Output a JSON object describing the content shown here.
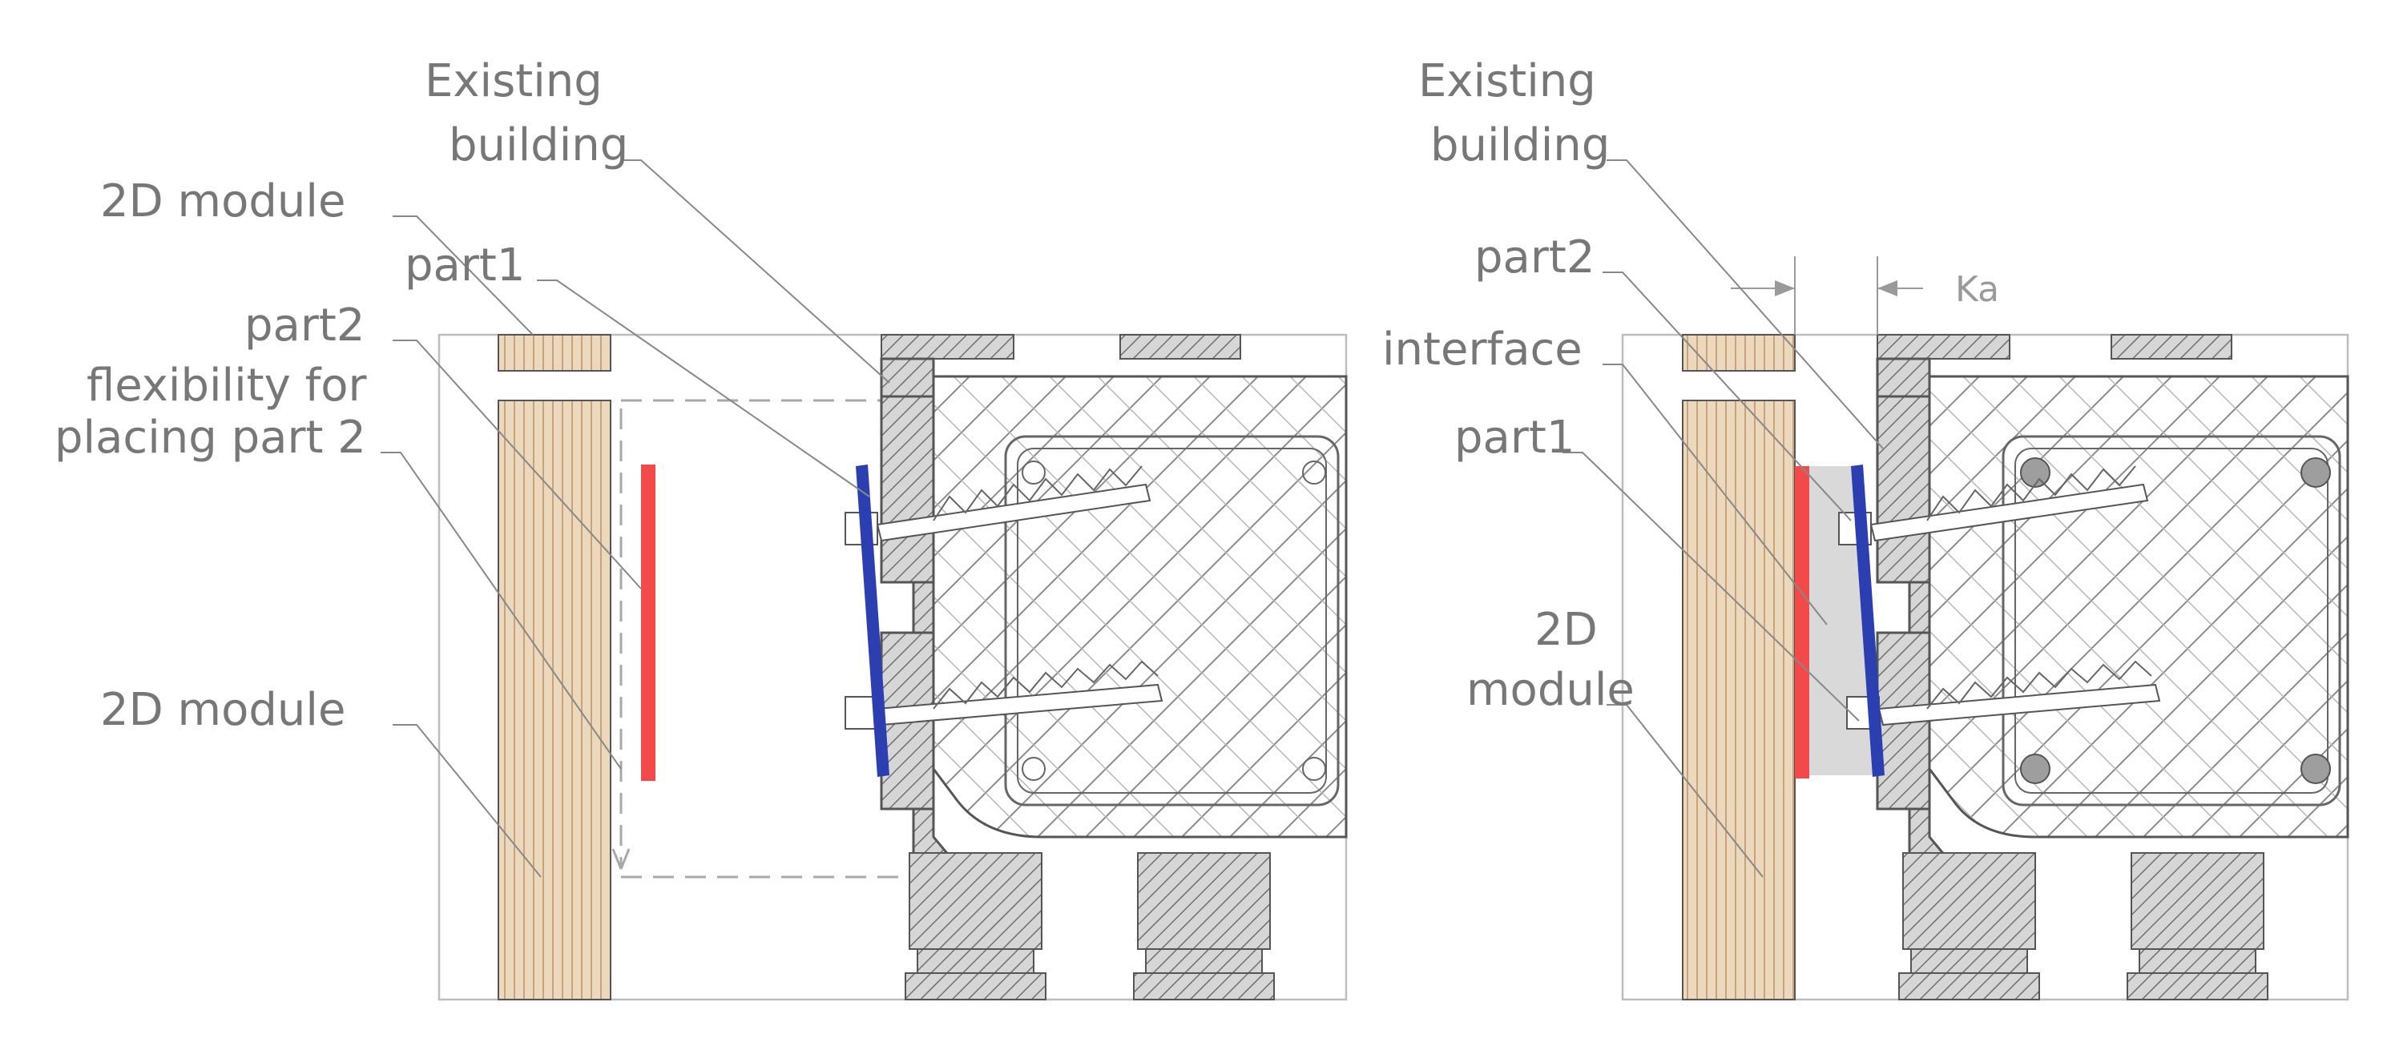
{
  "left_panel": {
    "labels": {
      "existing_building_line1": "Existing",
      "existing_building_line2": "building",
      "module_top": "2D  module",
      "part1": "part1",
      "part2": "part2",
      "flexibility_line1": "flexibility for",
      "flexibility_line2": "placing part 2",
      "module_bottom": "2D  module"
    }
  },
  "right_panel": {
    "labels": {
      "existing_building_line1": "Existing",
      "existing_building_line2": "building",
      "part2": "part2",
      "interface": "interface",
      "part1": "part1",
      "module_line1": "2D",
      "module_line2": "module",
      "dimension": "Ka"
    }
  },
  "colors": {
    "part1": "#2b3fb0",
    "part2": "#f24a4a",
    "interface_fill": "#d9d9d9",
    "timber": "#ecd9bd",
    "concrete_hatch": "#9a9a9a"
  }
}
